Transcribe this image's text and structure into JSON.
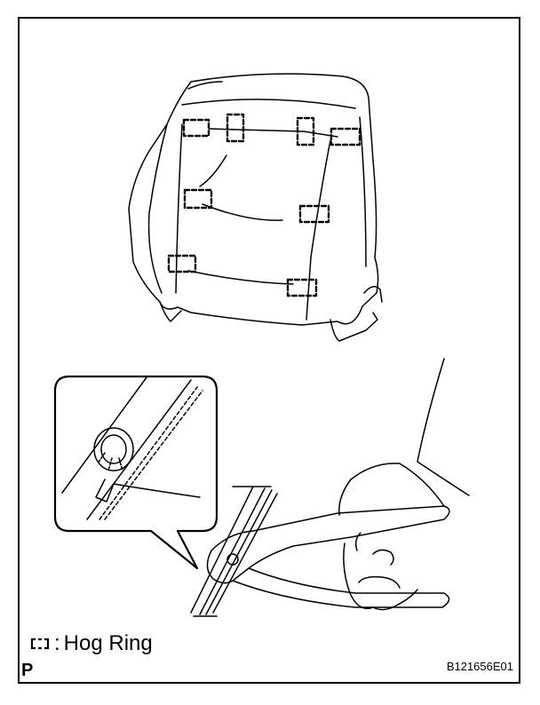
{
  "legend": {
    "symbol_icon": "hog-ring-bracket-icon",
    "separator": ":",
    "label": "Hog Ring"
  },
  "figure_code": "B121656E01",
  "page_letter": "P",
  "colors": {
    "line": "#000000",
    "background": "#ffffff"
  }
}
